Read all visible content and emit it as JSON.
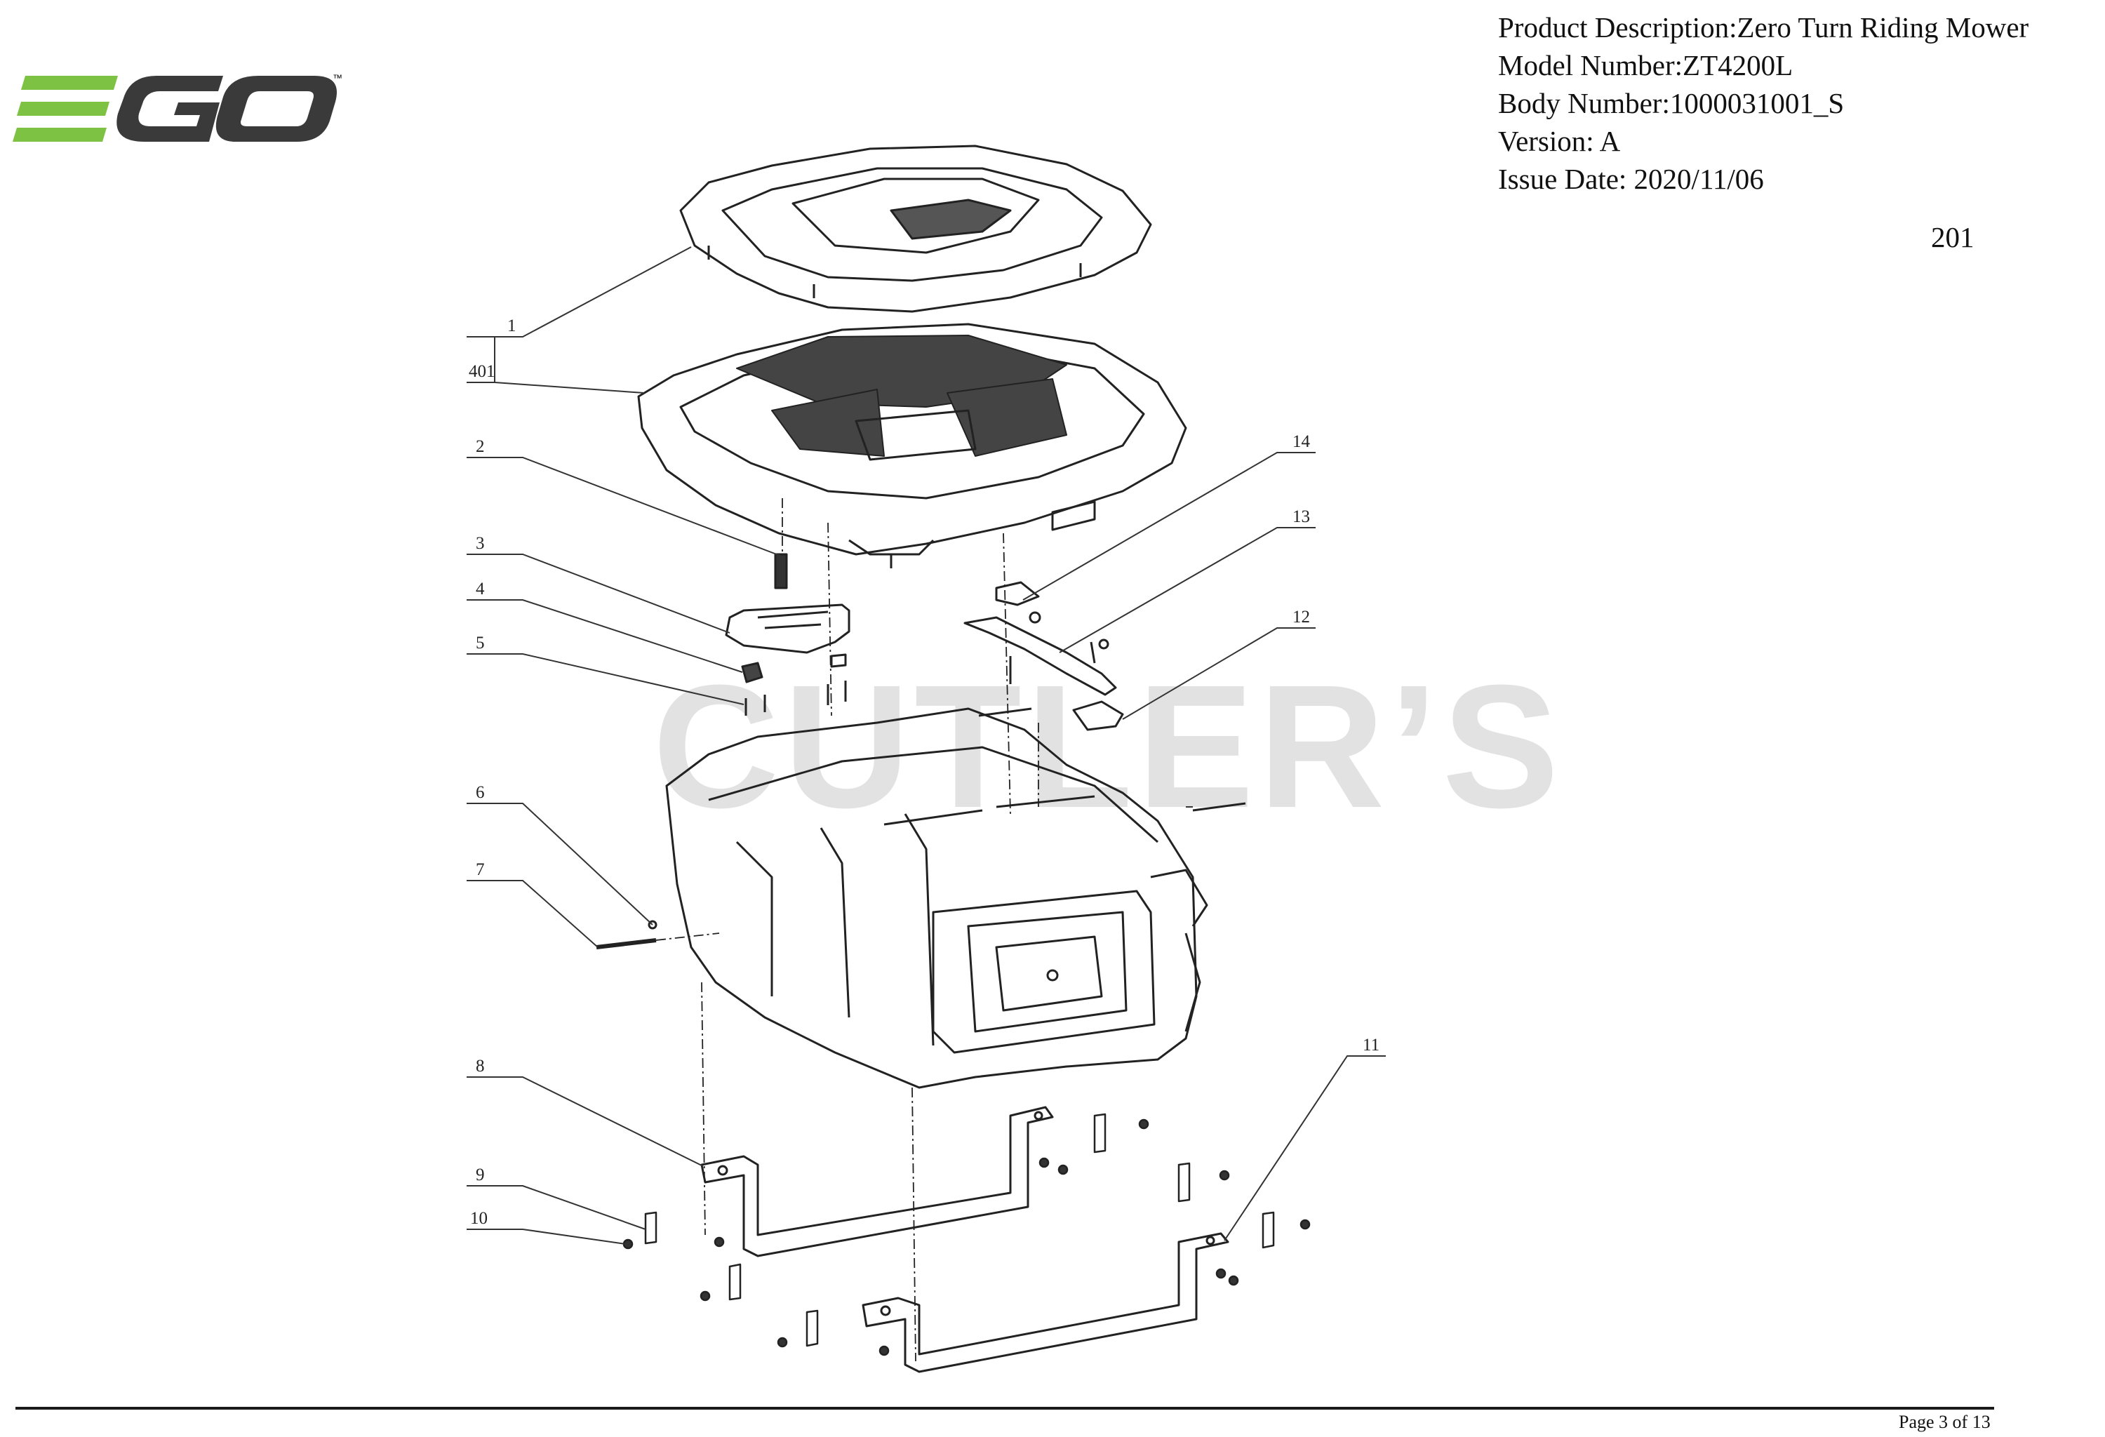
{
  "brand": {
    "logo_text": "EGO",
    "trademark": "™",
    "color_green": "#7dc242",
    "color_dark": "#3a3a3a"
  },
  "header": {
    "product_description": "Product Description:Zero Turn Riding Mower",
    "model_number": "Model Number:ZT4200L",
    "body_number": "Body Number:1000031001_S",
    "version": "Version: A",
    "issue_date": "Issue Date: 2020/11/06"
  },
  "sheet_number": "201",
  "watermark": "CUTLER’S",
  "callouts": [
    "1",
    "401",
    "2",
    "3",
    "4",
    "5",
    "6",
    "7",
    "8",
    "9",
    "10",
    "11",
    "12",
    "13",
    "14"
  ],
  "footer": {
    "page": "Page 3 of 13"
  }
}
